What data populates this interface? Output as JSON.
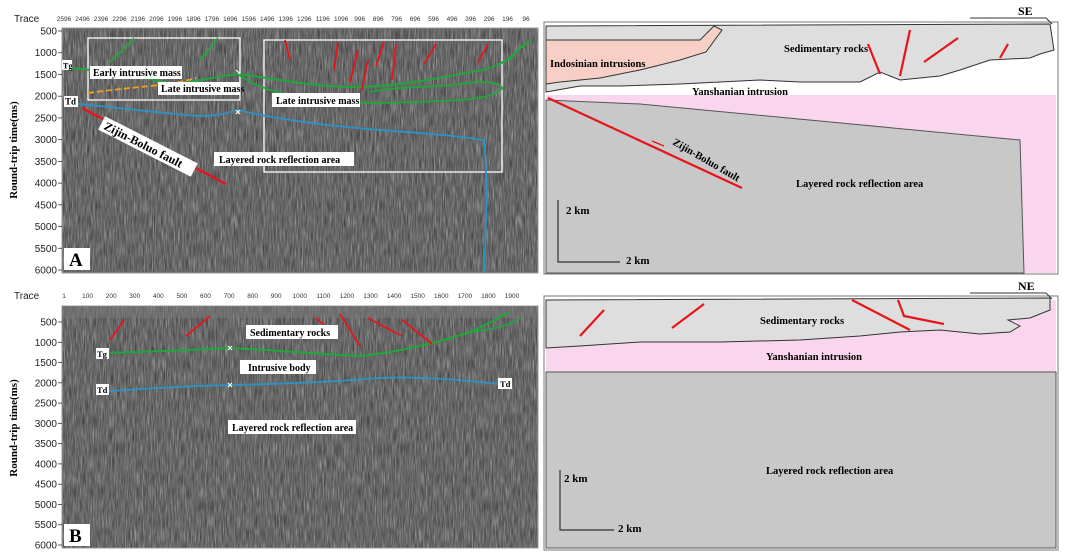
{
  "panels": [
    {
      "id": "A",
      "trace_word": "Trace",
      "ylabel": "Round-trip time(ms)",
      "yticks": [
        "500",
        "1000",
        "1500",
        "2000",
        "2500",
        "3000",
        "3500",
        "4000",
        "4500",
        "5000",
        "5500",
        "6000"
      ],
      "traces": [
        "2596",
        "2496",
        "2396",
        "2296",
        "2196",
        "2096",
        "1996",
        "1896",
        "1796",
        "1696",
        "1596",
        "1496",
        "1396",
        "1296",
        "1196",
        "1096",
        "996",
        "896",
        "796",
        "696",
        "596",
        "496",
        "396",
        "296",
        "196",
        "96"
      ],
      "markers": [
        "Tg",
        "Td"
      ],
      "boxes": [
        "Early intrusive mass",
        "Late intrusive mass",
        "Late intrusive mass",
        "Layered rock reflection area"
      ],
      "fault": "Zijin-Boluo fault",
      "direction": "SE",
      "interp": {
        "units": [
          "Indosinian intrusions",
          "Sedimentary rocks",
          "Yanshanian intrusion",
          "Layered rock reflection area"
        ],
        "fault": "Zijin-Boluo fault",
        "scale_v": "2 km",
        "scale_h": "2 km"
      }
    },
    {
      "id": "B",
      "trace_word": "Trace",
      "ylabel": "Round-trip time(ms)",
      "yticks": [
        "500",
        "1000",
        "1500",
        "2000",
        "2500",
        "3000",
        "3500",
        "4000",
        "4500",
        "5000",
        "5500",
        "6000"
      ],
      "traces": [
        "1",
        "100",
        "200",
        "300",
        "400",
        "500",
        "600",
        "700",
        "800",
        "900",
        "1000",
        "1100",
        "1200",
        "1300",
        "1400",
        "1500",
        "1600",
        "1700",
        "1800",
        "1900"
      ],
      "markers": [
        "Tg",
        "Td",
        "Td"
      ],
      "boxes": [
        "Sedimentary rocks",
        "Intrusive body",
        "Layered rock reflection area"
      ],
      "direction": "NE",
      "interp": {
        "units": [
          "Sedimentary rocks",
          "Yanshanian intrusion",
          "Layered rock reflection area"
        ],
        "scale_v": "2 km",
        "scale_h": "2 km"
      }
    }
  ],
  "colors": {
    "seismic": "#404040",
    "sedimentary": "#dedede",
    "indosinian": "#f7cfc4",
    "yanshanian": "#fad5ee",
    "layered": "#c8c8c8",
    "fault": "#e8141c",
    "tg_line": "#1fa83a",
    "td_line": "#2c93c9",
    "early_line": "#f2a21f"
  }
}
